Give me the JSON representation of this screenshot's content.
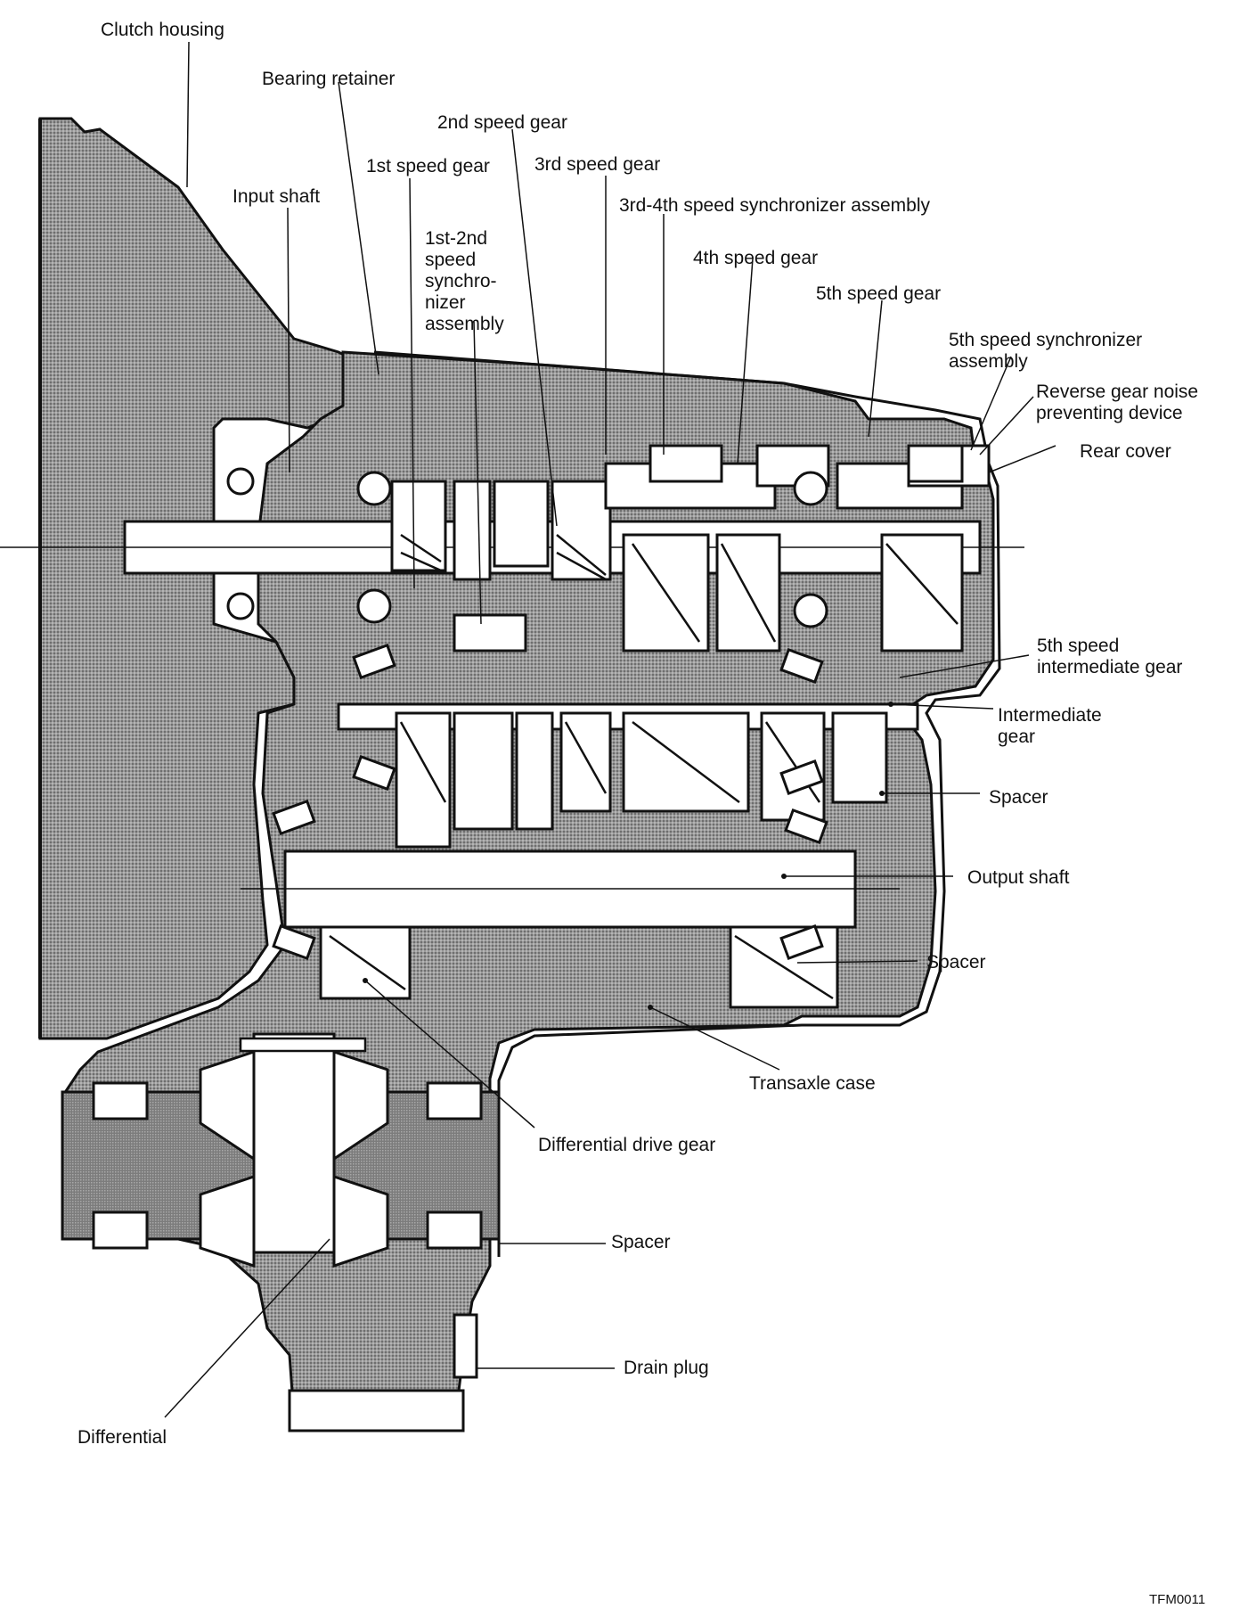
{
  "diagram": {
    "labels": {
      "clutch_housing": "Clutch housing",
      "bearing_retainer": "Bearing retainer",
      "second_speed_gear": "2nd speed gear",
      "first_speed_gear": "1st speed gear",
      "third_speed_gear": "3rd speed gear",
      "input_shaft": "Input shaft",
      "third_fourth_synchronizer": "3rd-4th speed synchronizer assembly",
      "first_second_synchronizer": "1st-2nd\nspeed\nsynchro-\nnizer\nassembly",
      "fourth_speed_gear": "4th speed gear",
      "fifth_speed_gear": "5th speed gear",
      "fifth_speed_synchronizer": "5th speed synchronizer\nassembly",
      "reverse_gear_noise": "Reverse gear noise\npreventing device",
      "rear_cover": "Rear cover",
      "fifth_speed_intermediate_gear": "5th speed\nintermediate gear",
      "intermediate_gear": "Intermediate\ngear",
      "spacer_upper": "Spacer",
      "output_shaft": "Output shaft",
      "spacer_middle": "Spacer",
      "transaxle_case": "Transaxle case",
      "differential_drive_gear": "Differential drive gear",
      "spacer_lower": "Spacer",
      "drain_plug": "Drain plug",
      "differential": "Differential"
    },
    "figure_code": "TFM0011",
    "colors": {
      "line": "#111111",
      "hatch_fill": "#8a8a8a",
      "background": "#ffffff"
    }
  }
}
